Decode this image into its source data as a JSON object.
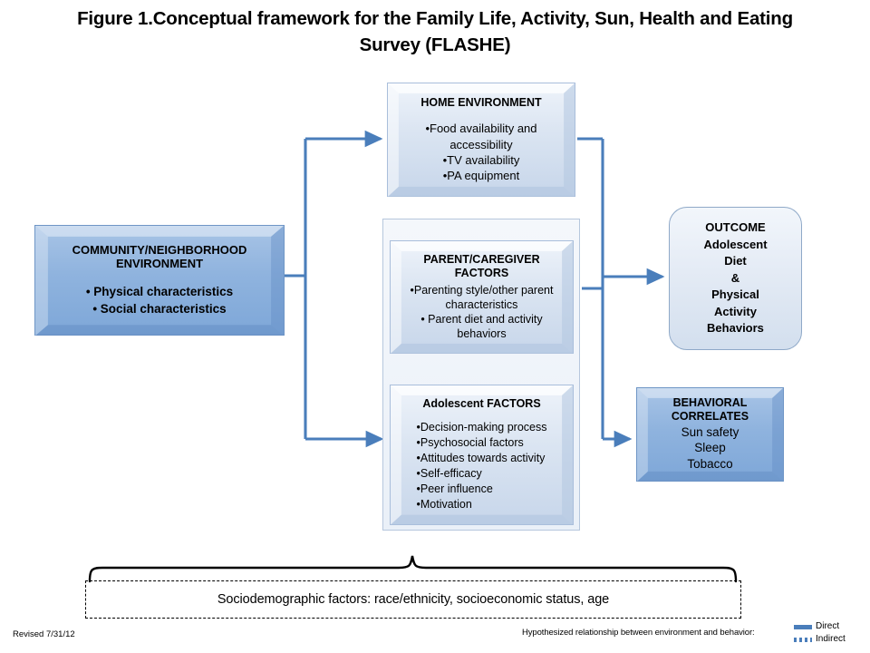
{
  "figure": {
    "title": "Figure 1.Conceptual framework for the Family Life, Activity, Sun, Health and Eating Survey (FLASHE)"
  },
  "boxes": {
    "home_environment": {
      "title": "HOME ENVIRONMENT",
      "items": [
        "•Food availability and",
        "accessibility",
        "•TV availability",
        "•PA equipment"
      ]
    },
    "community_environment": {
      "title_line1": "COMMUNITY/NEIGHBORHOOD",
      "title_line2": "ENVIRONMENT",
      "items": [
        "• Physical characteristics",
        "• Social characteristics"
      ]
    },
    "parent_factors": {
      "title_line1": "PARENT/CAREGIVER",
      "title_line2": "FACTORS",
      "items": [
        "•Parenting style/other parent",
        "characteristics",
        "• Parent diet and activity",
        "behaviors"
      ]
    },
    "adolescent_factors": {
      "title": "Adolescent FACTORS",
      "items": [
        "•Decision-making process",
        "•Psychosocial factors",
        "•Attitudes towards activity",
        "•Self-efficacy",
        "•Peer influence",
        "•Motivation"
      ]
    },
    "outcome": {
      "lines": [
        "OUTCOME",
        "Adolescent",
        "Diet",
        "&",
        "Physical",
        "Activity",
        "Behaviors"
      ]
    },
    "behavioral_correlates": {
      "title_line1": "BEHAVIORAL",
      "title_line2": "CORRELATES",
      "items": [
        "Sun safety",
        "Sleep",
        "Tobacco"
      ]
    }
  },
  "sociodemographic": {
    "text": "Sociodemographic factors: race/ethnicity, socioeconomic status, age"
  },
  "footer": {
    "revised": "Revised 7/31/12",
    "legend_label": "Hypothesized relationship between environment and behavior:",
    "legend_items": [
      {
        "label": "Direct",
        "style": "solid"
      },
      {
        "label": "Indirect",
        "style": "dotted"
      }
    ]
  },
  "colors": {
    "arrow": "#4a7ebb",
    "pale_box": "#dbe5f2",
    "blue_box": "#8fb3de",
    "brace": "#000000"
  }
}
